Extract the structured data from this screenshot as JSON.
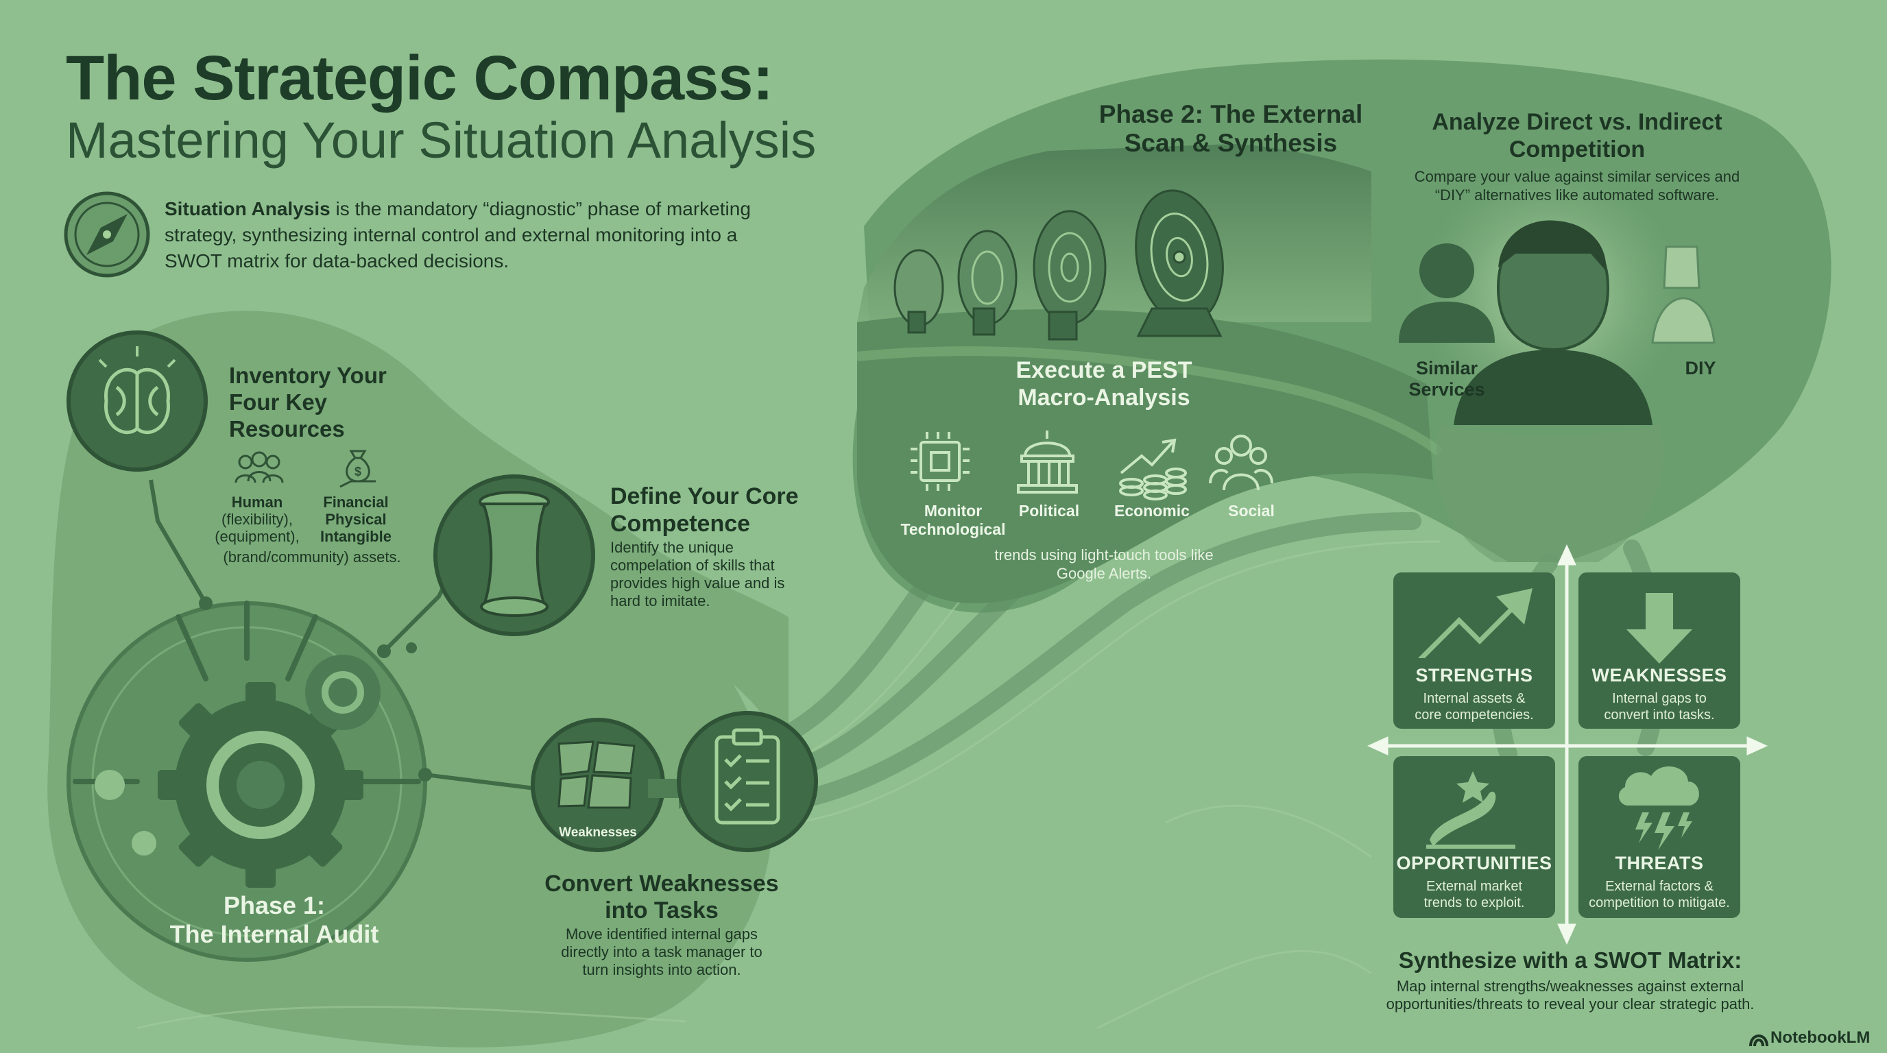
{
  "title": "The Strategic Compass:",
  "subtitle": "Mastering Your Situation Analysis",
  "intro": {
    "term": "Situation Analysis",
    "text": " is the mandatory “diagnostic” phase of marketing strategy, synthesizing internal control and external monitoring into a SWOT matrix for data-backed decisions."
  },
  "resources": {
    "title": "Inventory Your Four Key Resources",
    "human": "Human",
    "human_note": "(flexibility),",
    "physical_note": "(equipment),",
    "intangible_note": "(brand/community) assets.",
    "financial": "Financial",
    "physical": "Physical",
    "intangible": "Intangible"
  },
  "competence": {
    "title": "Define Your Core Competence",
    "text": "Identify the unique compelation of skills that provides high value and is hard to imitate."
  },
  "phase1": {
    "line1": "Phase 1:",
    "line2": "The Internal Audit"
  },
  "convert": {
    "badge": "Weaknesses",
    "title": "Convert Weaknesses into Tasks",
    "text": "Move identified internal gaps directly into a task manager to turn insights into action."
  },
  "phase2": {
    "title": "Phase 2: The External Scan & Synthesis"
  },
  "pest": {
    "title": "Execute a PEST Macro-Analysis",
    "items": [
      "Monitor Technological",
      "Political",
      "Economic",
      "Social"
    ],
    "note": "trends using light-touch tools like Google Alerts."
  },
  "competition": {
    "title": "Analyze Direct vs. Indirect Competition",
    "text": "Compare your value against similar services and “DIY” alternatives like automated software.",
    "similar": "Similar Services",
    "diy": "DIY"
  },
  "swot": {
    "strengths": {
      "title": "STRENGTHS",
      "text": "Internal assets & core competencies."
    },
    "weaknesses": {
      "title": "WEAKNESSES",
      "text": "Internal gaps to convert into tasks."
    },
    "opportunities": {
      "title": "OPPORTUNITIES",
      "text": "External market trends to exploit."
    },
    "threats": {
      "title": "THREATS",
      "text": "External factors & competition to mitigate."
    },
    "title": "Synthesize with a SWOT Matrix:",
    "text": "Map internal strengths/weaknesses against external opportunities/threats to reveal your clear strategic path."
  },
  "brand": "NotebookLM",
  "colors": {
    "background": "#8fbf8f",
    "blob": "#6fa173",
    "dark_green": "#3f6f4a",
    "tile": "#3e6b47",
    "text_dark": "#1d3624",
    "text_light": "#eaf5e4"
  }
}
